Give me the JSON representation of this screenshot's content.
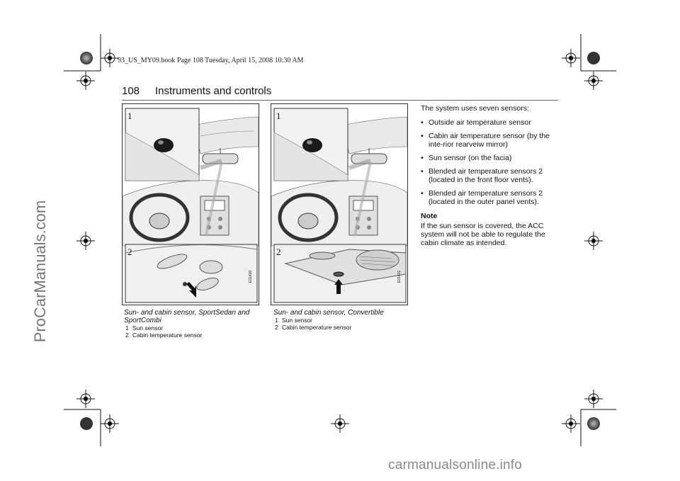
{
  "print_slug": "93_US_MY09.book  Page 108  Tuesday, April 15, 2008  10:30 AM",
  "watermarks": {
    "side": "ProCarManuals.com",
    "footer": "carmanualsonline.info"
  },
  "header": {
    "page_number": "108",
    "section_title": "Instruments and controls"
  },
  "figures": [
    {
      "callout_1": "1",
      "callout_2": "2",
      "image_code": "E01430",
      "caption": "Sun- and cabin sensor, SportSedan and SportCombi",
      "legend": [
        {
          "num": "1",
          "text": "Sun sensor"
        },
        {
          "num": "2",
          "text": "Cabin temperature sensor"
        }
      ]
    },
    {
      "callout_1": "1",
      "callout_2": "2",
      "image_code": "E01431",
      "caption": "Sun- and cabin sensor, Convertible",
      "legend": [
        {
          "num": "1",
          "text": "Sun sensor"
        },
        {
          "num": "2",
          "text": "Cabin temperature sensor"
        }
      ]
    }
  ],
  "body": {
    "intro": "The system uses seven sensors:",
    "bullets": [
      "Outside air temperature sensor",
      "Cabin air temperature sensor (by the inte-rior rearveiw mirror)",
      "Sun sensor (on the facia)",
      "Blended air temperature sensors 2 (located in the front floor vents).",
      "Blended air temperature sensors 2 (located in the outer panel vents)."
    ],
    "note_heading": "Note",
    "note_text": "If the sun sensor is covered, the ACC system will not be able to regulate the cabin climate as intended."
  }
}
